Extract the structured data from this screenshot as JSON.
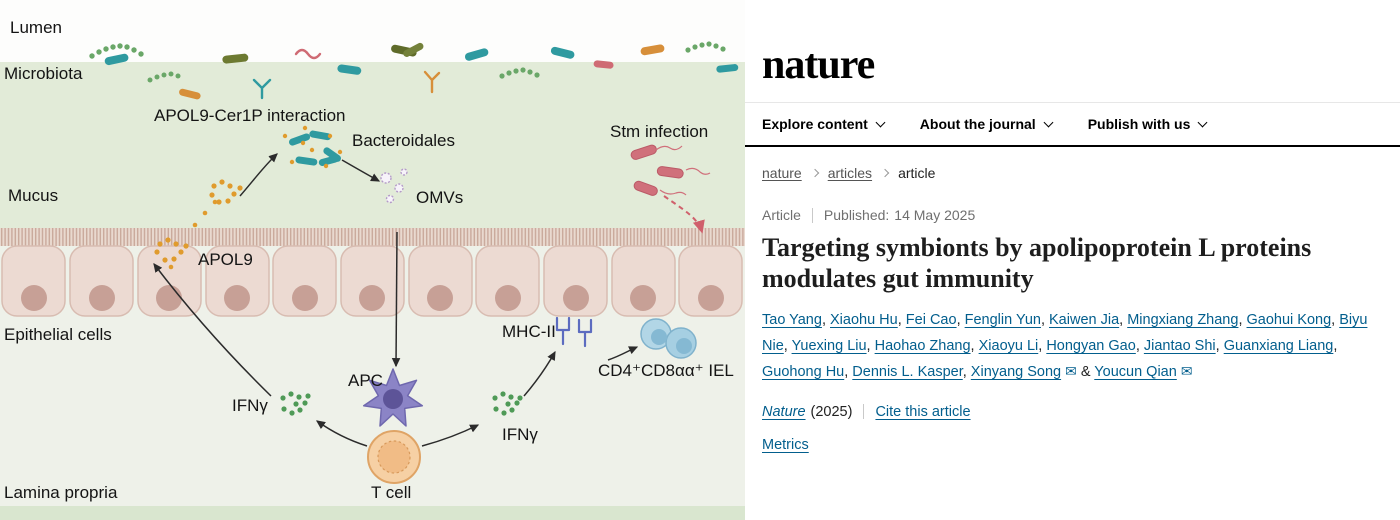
{
  "figure": {
    "labels": {
      "lumen": "Lumen",
      "microbiota": "Microbiota",
      "apol9_cer1p_interaction": "APOL9-Cer1P interaction",
      "bacteroidales": "Bacteroidales",
      "stm_infection": "Stm infection",
      "mucus": "Mucus",
      "omvs": "OMVs",
      "apol9": "APOL9",
      "epithelial_cells": "Epithelial cells",
      "mhc_ii": "MHC-II",
      "iel": "CD4⁺CD8αα⁺ IEL",
      "apc": "APC",
      "ifng_left": "IFNγ",
      "ifng_right": "IFNγ",
      "t_cell": "T cell",
      "lamina_propria": "Lamina propria"
    }
  },
  "site": {
    "logo": "nature",
    "accent_color": "#025e8d",
    "icons": {
      "email": "✉"
    },
    "nav_items": [
      {
        "label": "Explore content"
      },
      {
        "label": "About the journal"
      },
      {
        "label": "Publish with us"
      }
    ],
    "breadcrumb": [
      {
        "label": "nature",
        "link": true
      },
      {
        "label": "articles",
        "link": true
      },
      {
        "label": "article",
        "link": false
      }
    ],
    "article": {
      "type_label": "Article",
      "published_label": "Published:",
      "published_date": "14 May 2025",
      "title": "Targeting symbionts by apolipoprotein L proteins modulates gut immunity",
      "authors": [
        {
          "name": "Tao Yang"
        },
        {
          "name": "Xiaohu Hu"
        },
        {
          "name": "Fei Cao"
        },
        {
          "name": "Fenglin Yun"
        },
        {
          "name": "Kaiwen Jia"
        },
        {
          "name": "Mingxiang Zhang"
        },
        {
          "name": "Gaohui Kong"
        },
        {
          "name": "Biyu Nie"
        },
        {
          "name": "Yuexing Liu"
        },
        {
          "name": "Haohao Zhang"
        },
        {
          "name": "Xiaoyu Li"
        },
        {
          "name": "Hongyan Gao"
        },
        {
          "name": "Jiantao Shi"
        },
        {
          "name": "Guanxiang Liang"
        },
        {
          "name": "Guohong Hu"
        },
        {
          "name": "Dennis L. Kasper"
        },
        {
          "name": "Xinyang Song",
          "email": true
        },
        {
          "name": "Youcun Qian",
          "email": true,
          "amp_before": true
        }
      ],
      "journal": "Nature",
      "year": "(2025)",
      "cite_link": "Cite this article",
      "metrics_link": "Metrics"
    }
  }
}
